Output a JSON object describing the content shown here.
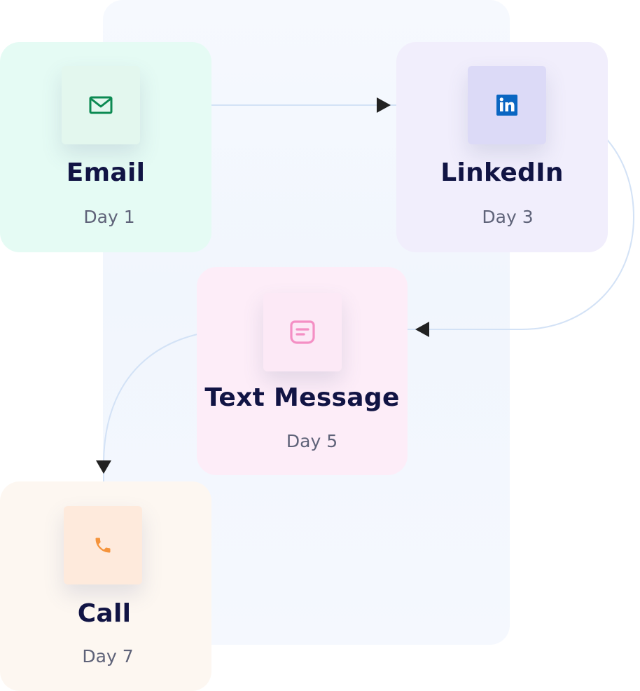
{
  "steps": [
    {
      "title": "Email",
      "day": "Day 1",
      "icon": "envelope-icon",
      "color": "#0c8a52",
      "card_bg": "#e5fbf4"
    },
    {
      "title": "LinkedIn",
      "day": "Day 3",
      "icon": "linkedin-icon",
      "color": "#0a66c2",
      "card_bg": "#f1eefc"
    },
    {
      "title": "Text Message",
      "day": "Day 5",
      "icon": "message-icon",
      "color": "#f48fc4",
      "card_bg": "#fdedf8"
    },
    {
      "title": "Call",
      "day": "Day 7",
      "icon": "phone-icon",
      "color": "#f5943c",
      "card_bg": "#fdf7f1"
    }
  ],
  "colors": {
    "title": "#111444",
    "day": "#5f6379",
    "connector": "#d3e2f6",
    "arrow": "#222222"
  }
}
